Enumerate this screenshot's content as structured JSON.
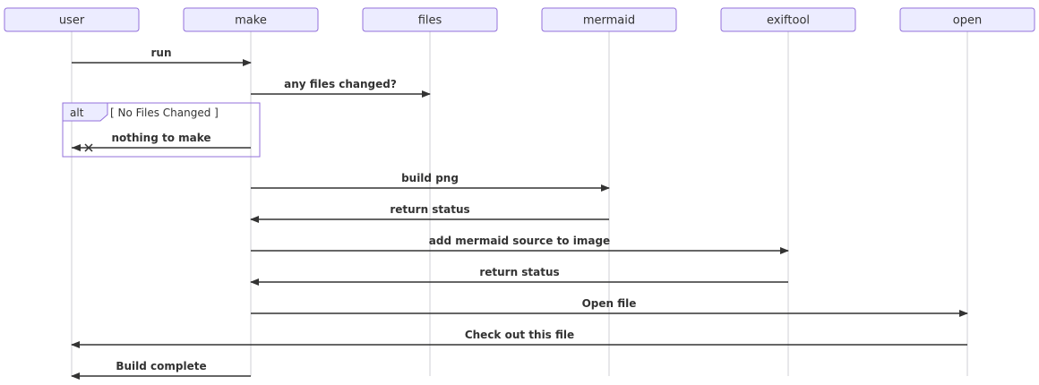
{
  "diagram": {
    "actors": [
      {
        "id": "user",
        "label": "user"
      },
      {
        "id": "make",
        "label": "make"
      },
      {
        "id": "files",
        "label": "files"
      },
      {
        "id": "mermaid",
        "label": "mermaid"
      },
      {
        "id": "exiftool",
        "label": "exiftool"
      },
      {
        "id": "open",
        "label": "open"
      }
    ],
    "messages": [
      {
        "from": "user",
        "to": "make",
        "label": "run",
        "type": "solid-arrow"
      },
      {
        "from": "make",
        "to": "files",
        "label": "any files changed?",
        "type": "solid-arrow"
      },
      {
        "from": "make",
        "to": "user",
        "label": "nothing to make",
        "type": "solid-cross"
      },
      {
        "from": "make",
        "to": "mermaid",
        "label": "build png",
        "type": "solid-arrow"
      },
      {
        "from": "mermaid",
        "to": "make",
        "label": "return status",
        "type": "solid-arrow"
      },
      {
        "from": "make",
        "to": "exiftool",
        "label": "add mermaid source to image",
        "type": "solid-arrow"
      },
      {
        "from": "exiftool",
        "to": "make",
        "label": "return status",
        "type": "solid-arrow"
      },
      {
        "from": "make",
        "to": "open",
        "label": "Open file",
        "type": "solid-arrow"
      },
      {
        "from": "open",
        "to": "user",
        "label": "Check out this file",
        "type": "solid-arrow"
      },
      {
        "from": "make",
        "to": "user",
        "label": "Build complete",
        "type": "solid-arrow"
      }
    ],
    "fragment": {
      "kind": "alt",
      "condition": "[ No Files Changed ]",
      "message_index": 2
    },
    "colors": {
      "actor_fill": "#ECECFF",
      "actor_stroke": "#9370DB",
      "line": "#333333",
      "lifeline": "#cfcfd6",
      "text": "#333333"
    }
  }
}
